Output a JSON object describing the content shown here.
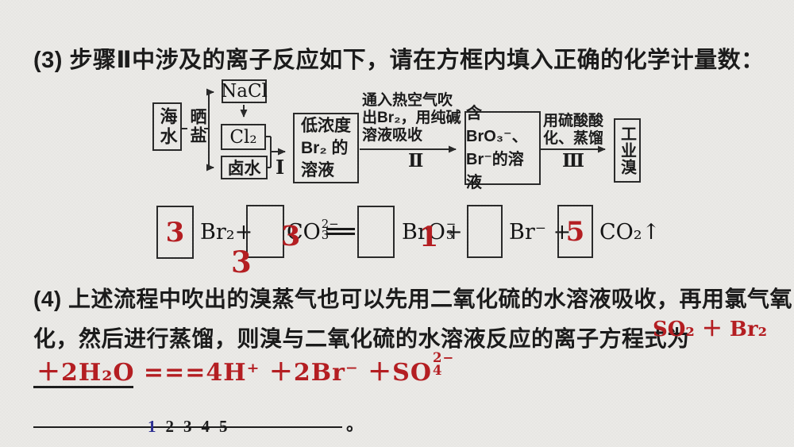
{
  "colors": {
    "background": "#e9e8e5",
    "ink": "#1b1b1b",
    "handwriting_red": "#b41e22",
    "active_page_blue": "#2d2f92"
  },
  "question3": {
    "text": "(3) 步骤Ⅱ中涉及的离子反应如下，请在方框内填入正确的化学计量数："
  },
  "flowchart": {
    "seawater": "海水",
    "sun_salt": "晒盐",
    "nacl": "NaCl",
    "cl2": "Cl₂",
    "brine": "卤水",
    "step1_label": "Ⅰ",
    "low_conc_lines": [
      "低浓度",
      "Br₂ 的",
      "溶液"
    ],
    "step2_note_lines": [
      "通入热空气吹",
      "出Br₂，用纯碱",
      "溶液吸收"
    ],
    "step2_label": "Ⅱ",
    "bro3_lines": [
      "含BrO₃⁻、",
      "Br⁻的溶",
      "液"
    ],
    "step3_note_lines": [
      "用硫酸酸",
      "化、蒸馏"
    ],
    "step3_label": "Ⅲ",
    "industrial": "工业溴"
  },
  "equation": {
    "box1_value": "3",
    "box2_value": "",
    "box3_value": "",
    "box4_value": "",
    "box5_value": "5",
    "red_below_box2": "3",
    "red_over_co3": "3",
    "red_over_bro3": "1",
    "term_br2": "Br₂+",
    "co3_base": "CO",
    "co3_sup": "2−",
    "co3_sub": "3",
    "bro3_base": "BrO",
    "bro3_sup": "−",
    "bro3_sub": "3",
    "plus_after_bro3": "+",
    "term_brminus": "Br⁻ +",
    "term_co2": "CO₂↑"
  },
  "question4": {
    "line1": "(4) 上述流程中吹出的溴蒸气也可以先用二氧化硫的水溶液吸收，再用氯气氧",
    "line2": "化，然后进行蒸馏，则溴与二氧化硫的水溶液反应的离子方程式为"
  },
  "red_answer": {
    "overlay": "SO₂ ＋ Br₂",
    "main": "＋2H₂O ===4H⁺ ＋2Br⁻ ＋SO",
    "so4_sup": "2−",
    "so4_sub": "4"
  },
  "pagination": {
    "numbers": [
      "1",
      "2",
      "3",
      "4",
      "5"
    ],
    "period": "。"
  }
}
